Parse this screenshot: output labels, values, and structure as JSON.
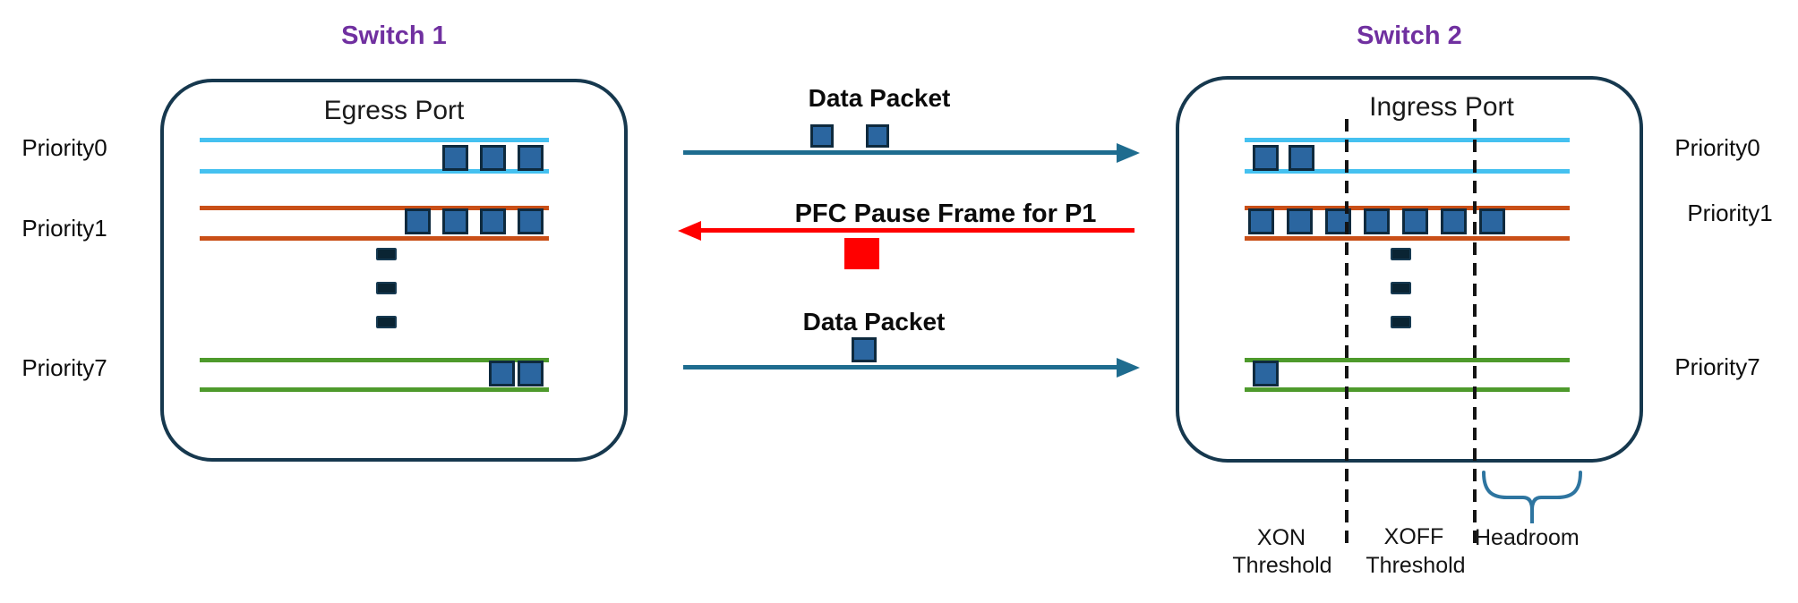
{
  "switch1": {
    "title": "Switch 1",
    "port_label": "Egress Port"
  },
  "switch2": {
    "title": "Switch 2",
    "port_label": "Ingress Port"
  },
  "left_labels": {
    "p0": "Priority0",
    "p1": "Priority1",
    "p7": "Priority7"
  },
  "right_labels": {
    "p0": "Priority0",
    "p1": "Priority1",
    "p7": "Priority7"
  },
  "flows": {
    "top": "Data Packet",
    "pause": "PFC Pause Frame for P1",
    "bottom": "Data Packet"
  },
  "thresholds": {
    "xon": [
      "XON",
      "Threshold"
    ],
    "xoff": [
      "XOFF",
      "Threshold"
    ],
    "headroom": "Headroom"
  },
  "queues": {
    "switch1": [
      {
        "priority": "Priority0",
        "packets": 3,
        "align": "right",
        "color": "#45C1F0"
      },
      {
        "priority": "Priority1",
        "packets": 4,
        "align": "right",
        "color": "#C94F17"
      },
      {
        "priority": "Priority7",
        "packets": 2,
        "align": "right",
        "color": "#4E9A2C"
      }
    ],
    "switch2": [
      {
        "priority": "Priority0",
        "packets": 2,
        "align": "left",
        "color": "#45C1F0"
      },
      {
        "priority": "Priority1",
        "packets": 7,
        "align": "left",
        "color": "#C94F17"
      },
      {
        "priority": "Priority7",
        "packets": 1,
        "align": "left",
        "color": "#4E9A2C"
      }
    ]
  },
  "colors": {
    "switch_border": "#16384E",
    "packet_fill": "#2B66A0",
    "packet_border": "#0E2A3E",
    "data_arrow": "#1E6C8F",
    "pause_arrow": "#FF0000",
    "title": "#7030A0",
    "brace": "#2E75A0"
  }
}
